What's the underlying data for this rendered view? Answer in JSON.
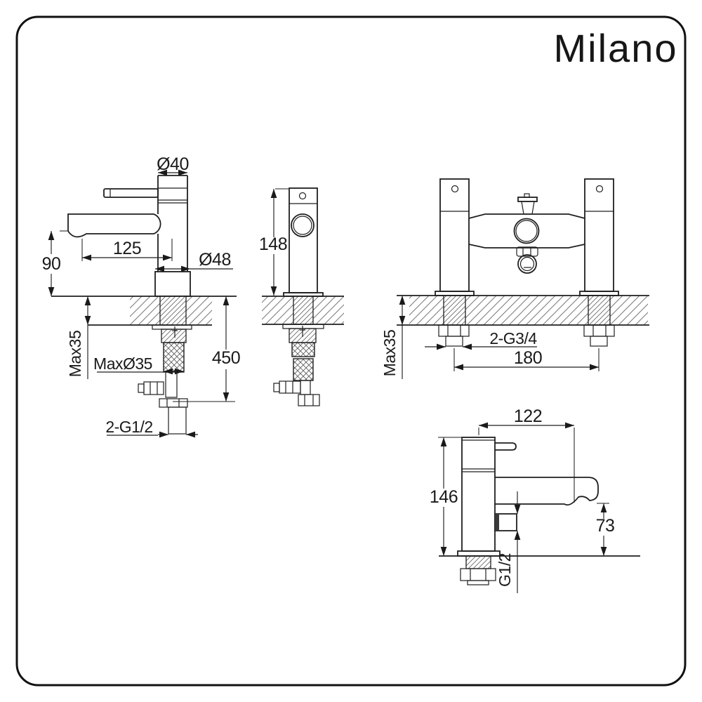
{
  "brand": {
    "name": "Milano"
  },
  "drawings": {
    "basin_side": {
      "dia_top": "Ø40",
      "spout_reach": "125",
      "spout_height": "90",
      "dia_base": "Ø48",
      "max_deck": "Max35",
      "max_hole": "MaxØ35",
      "hose_drop": "450",
      "inlet_thread": "2-G1/2"
    },
    "basin_front": {
      "body_height": "148"
    },
    "bath_front": {
      "inlet_thread": "2-G3/4",
      "hole_centres": "180",
      "max_deck": "Max35"
    },
    "bath_side": {
      "spout_reach": "122",
      "body_height": "146",
      "outlet_height": "73",
      "outlet_thread": "G1/2"
    }
  }
}
